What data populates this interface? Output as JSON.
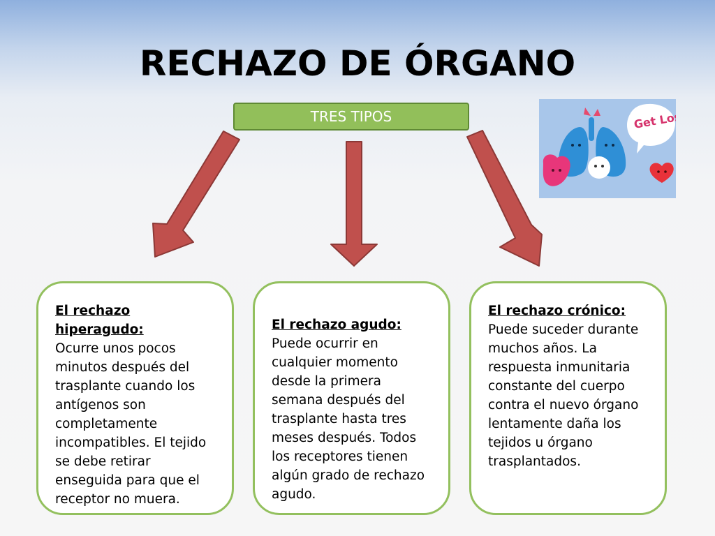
{
  "title": "RECHAZO DE ÓRGANO",
  "center_label": "TRES TIPOS",
  "boxes": [
    {
      "heading": "El rechazo hiperagudo:",
      "text": "Ocurre unos pocos minutos después del trasplante cuando los antígenos son completamente incompatibles. El tejido se debe retirar enseguida para que el receptor no muera."
    },
    {
      "heading": "El rechazo agudo:",
      "text": "Puede ocurrir en cualquier momento desde la primera semana después del trasplante hasta tres meses después. Todos los receptores tienen algún grado de rechazo agudo."
    },
    {
      "heading": "El rechazo crónico:",
      "text": "Puede suceder durante muchos años. La respuesta inmunitaria constante del cuerpo contra el nuevo órgano lentamente daña los tejidos u órgano trasplantados."
    }
  ],
  "clipart_text": "Get Lost.",
  "colors": {
    "arrow_fill": "#c0504d",
    "arrow_stroke": "#8c3836",
    "label_fill": "#92bf5a",
    "box_border": "#93c05e"
  }
}
